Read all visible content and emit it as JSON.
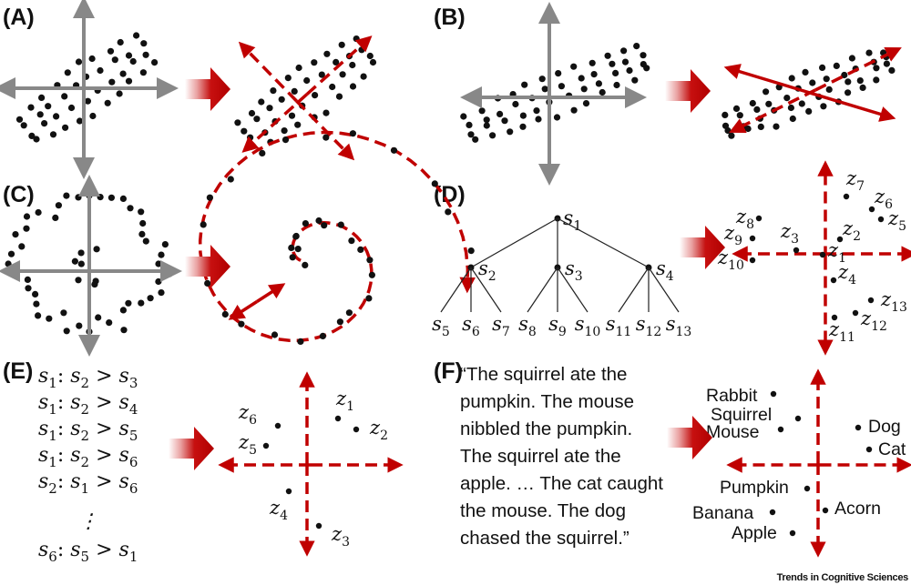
{
  "panels": {
    "a": {
      "label": "(A)"
    },
    "b": {
      "label": "(B)"
    },
    "c": {
      "label": "(C)"
    },
    "d": {
      "label": "(D)",
      "tree": {
        "root": {
          "base": "s",
          "sub": "1"
        },
        "children": [
          {
            "base": "s",
            "sub": "2",
            "leaves": [
              {
                "base": "s",
                "sub": "5"
              },
              {
                "base": "s",
                "sub": "6"
              },
              {
                "base": "s",
                "sub": "7"
              }
            ]
          },
          {
            "base": "s",
            "sub": "3",
            "leaves": [
              {
                "base": "s",
                "sub": "8"
              },
              {
                "base": "s",
                "sub": "9"
              },
              {
                "base": "s",
                "sub": "10"
              }
            ]
          },
          {
            "base": "s",
            "sub": "4",
            "leaves": [
              {
                "base": "s",
                "sub": "11"
              },
              {
                "base": "s",
                "sub": "12"
              },
              {
                "base": "s",
                "sub": "13"
              }
            ]
          }
        ]
      },
      "embedding": [
        {
          "base": "z",
          "sub": "7"
        },
        {
          "base": "z",
          "sub": "6"
        },
        {
          "base": "z",
          "sub": "5"
        },
        {
          "base": "z",
          "sub": "8"
        },
        {
          "base": "z",
          "sub": "9"
        },
        {
          "base": "z",
          "sub": "3"
        },
        {
          "base": "z",
          "sub": "2"
        },
        {
          "base": "z",
          "sub": "1"
        },
        {
          "base": "z",
          "sub": "10"
        },
        {
          "base": "z",
          "sub": "4"
        },
        {
          "base": "z",
          "sub": "13"
        },
        {
          "base": "z",
          "sub": "12"
        },
        {
          "base": "z",
          "sub": "11"
        }
      ]
    },
    "e": {
      "label": "(E)",
      "constraints": [
        {
          "a": "1",
          "b": "2",
          "c": "3"
        },
        {
          "a": "1",
          "b": "2",
          "c": "4"
        },
        {
          "a": "1",
          "b": "2",
          "c": "5"
        },
        {
          "a": "1",
          "b": "2",
          "c": "6"
        },
        {
          "a": "2",
          "b": "1",
          "c": "6"
        },
        {
          "a": "6",
          "b": "5",
          "c": "1"
        }
      ],
      "symbol": "s",
      "colon": ":",
      "gt": ">",
      "ellipsis": "⋮",
      "embedding": [
        {
          "base": "z",
          "sub": "1"
        },
        {
          "base": "z",
          "sub": "2"
        },
        {
          "base": "z",
          "sub": "6"
        },
        {
          "base": "z",
          "sub": "5"
        },
        {
          "base": "z",
          "sub": "4"
        },
        {
          "base": "z",
          "sub": "3"
        }
      ]
    },
    "f": {
      "label": "(F)",
      "quote_lines": [
        "“The squirrel ate the",
        "pumpkin. The mouse",
        "nibbled the pumpkin.",
        "The squirrel ate the",
        "apple. … The cat caught",
        "the mouse. The dog",
        "chased the squirrel.”"
      ],
      "words": [
        "Rabbit",
        "Squirrel",
        "Mouse",
        "Dog",
        "Cat",
        "Pumpkin",
        "Acorn",
        "Banana",
        "Apple"
      ]
    }
  },
  "credit": "Trends in Cognitive Sciences",
  "colors": {
    "accent_red": "#c00000",
    "axis_gray": "#888888",
    "ink": "#111111"
  }
}
